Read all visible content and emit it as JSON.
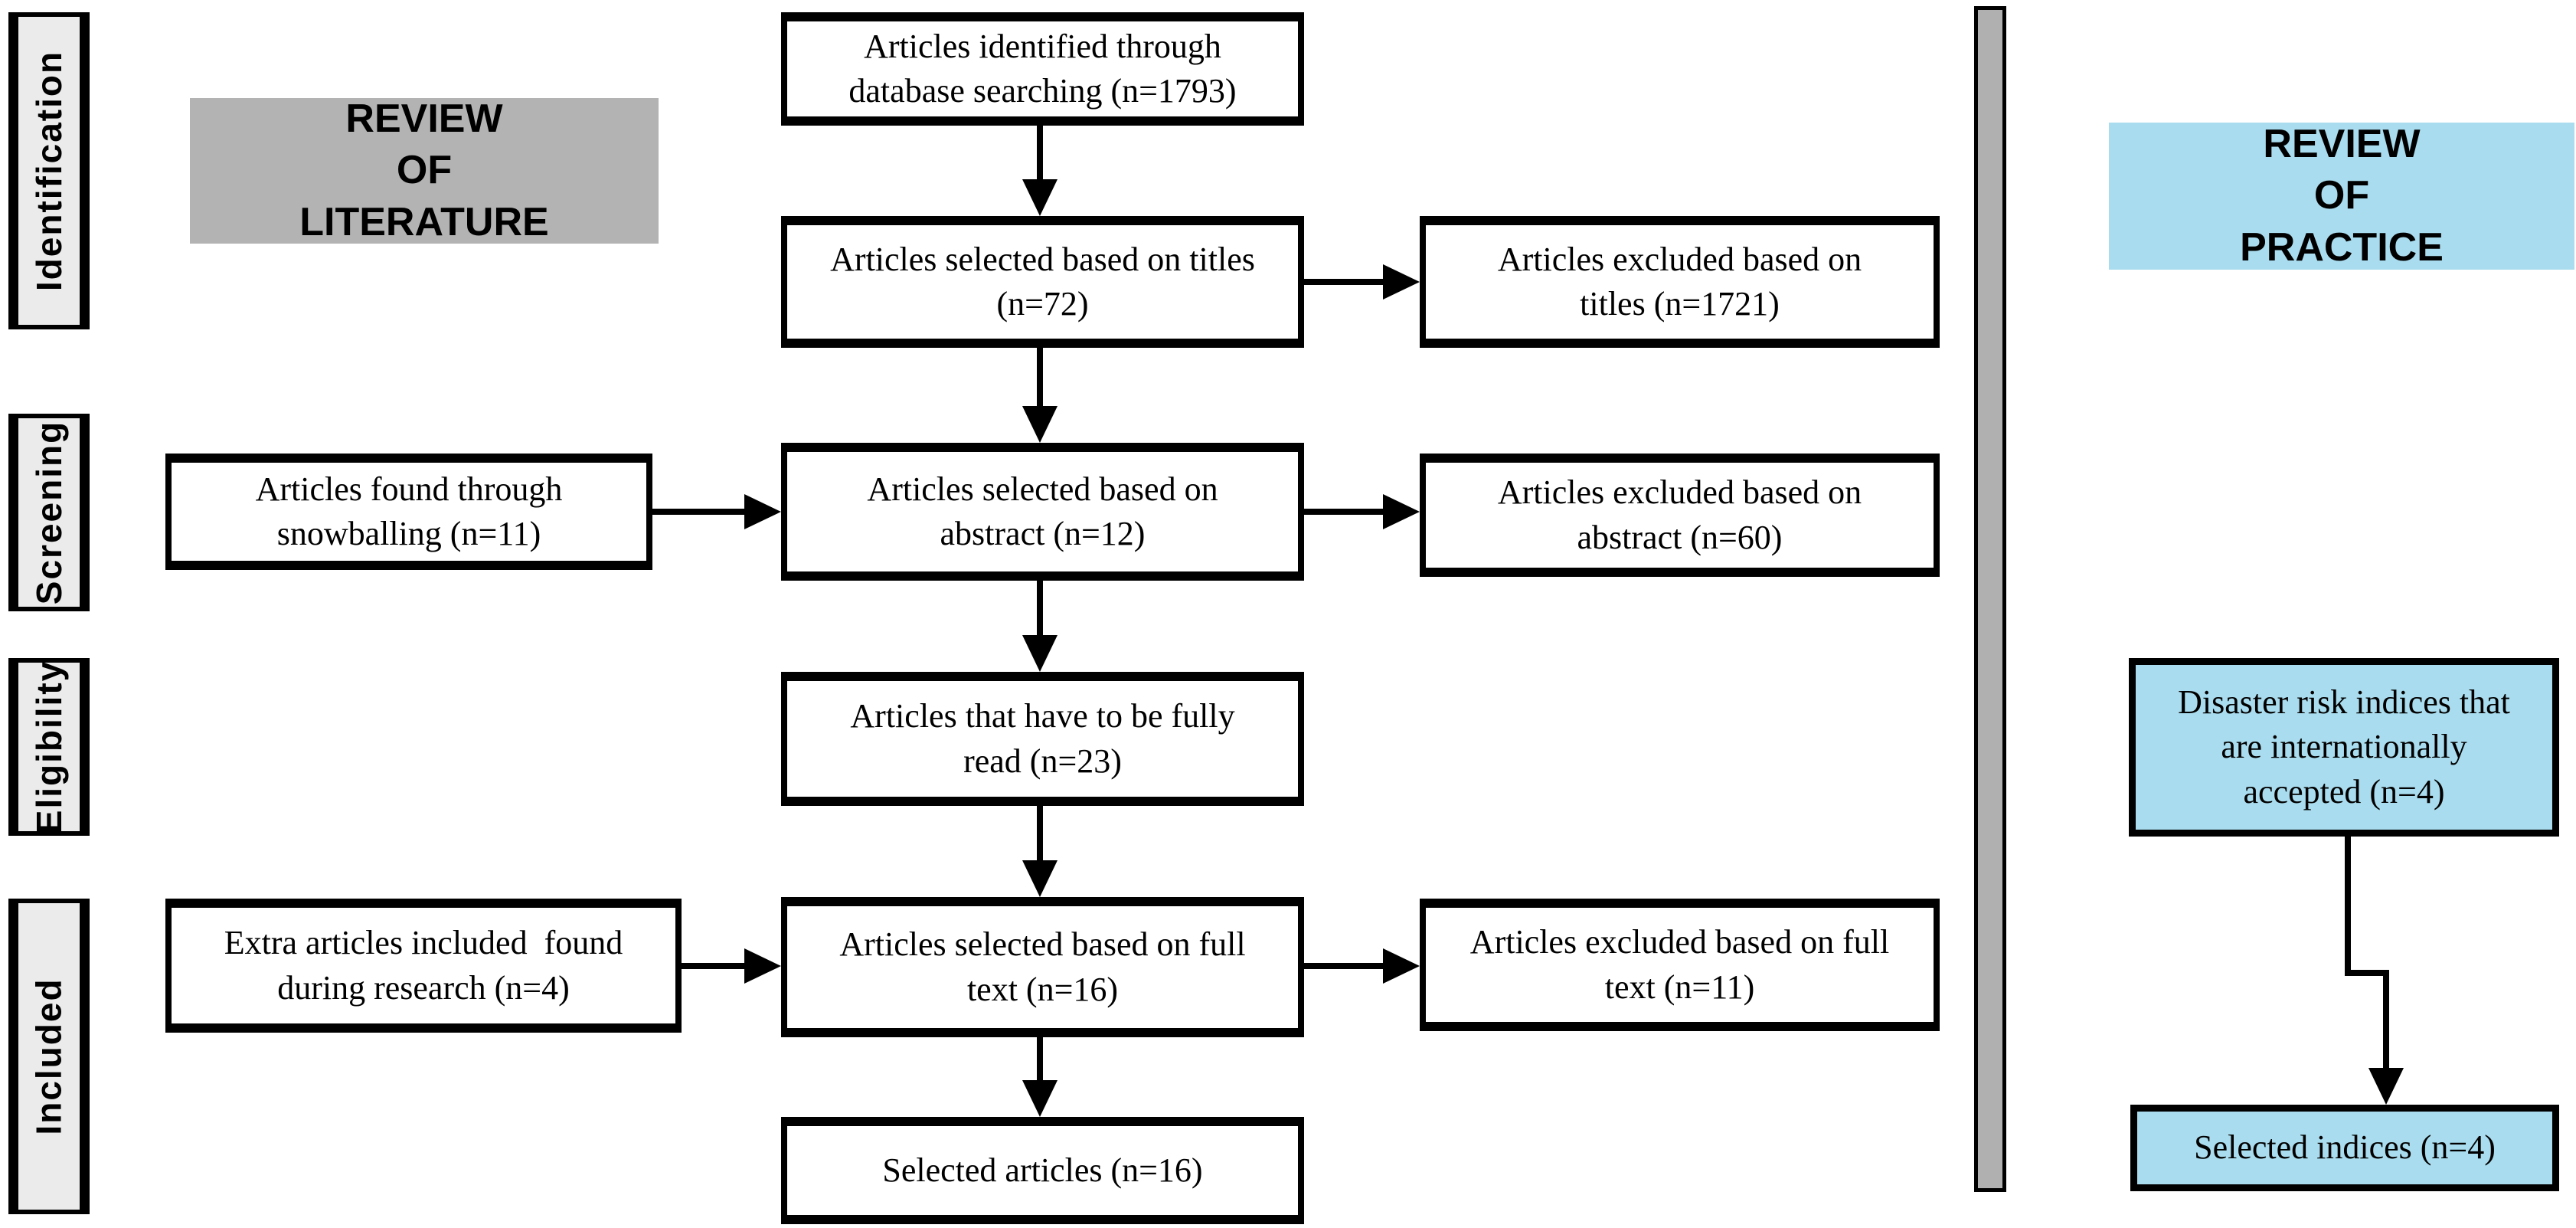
{
  "colors": {
    "literature_header_bg": "#b3b3b3",
    "practice_bg": "#a9dcee",
    "sidebar_bg": "#ebebeb",
    "divider_bg": "#b0b0b0",
    "box_border": "#000000"
  },
  "sidebar": {
    "items": [
      {
        "label": "Identification"
      },
      {
        "label": "Screening"
      },
      {
        "label": "Eligibility"
      },
      {
        "label": "Included"
      }
    ]
  },
  "literature_review": {
    "header": "REVIEW\nOF\nLITERATURE",
    "boxes": {
      "identified": "Articles identified through\ndatabase searching (n=1793)",
      "selected_titles": "Articles selected based on titles\n(n=72)",
      "excluded_titles": "Articles excluded based on\ntitles (n=1721)",
      "snowballing": "Articles found through\nsnowballing (n=11)",
      "selected_abstract": "Articles selected based on\nabstract (n=12)",
      "excluded_abstract": "Articles excluded based on\nabstract (n=60)",
      "fully_read": "Articles that have to be fully\nread (n=23)",
      "extra_articles": "Extra articles included  found\nduring research (n=4)",
      "selected_fulltext": "Articles selected based on full\ntext (n=16)",
      "excluded_fulltext": "Articles excluded based on full\ntext (n=11)",
      "selected_articles": "Selected articles (n=16)"
    }
  },
  "practice_review": {
    "header": "REVIEW\nOF\nPRACTICE",
    "boxes": {
      "indices": "Disaster risk indices that\nare internationally\naccepted (n=4)",
      "selected_indices": "Selected indices (n=4)"
    }
  }
}
